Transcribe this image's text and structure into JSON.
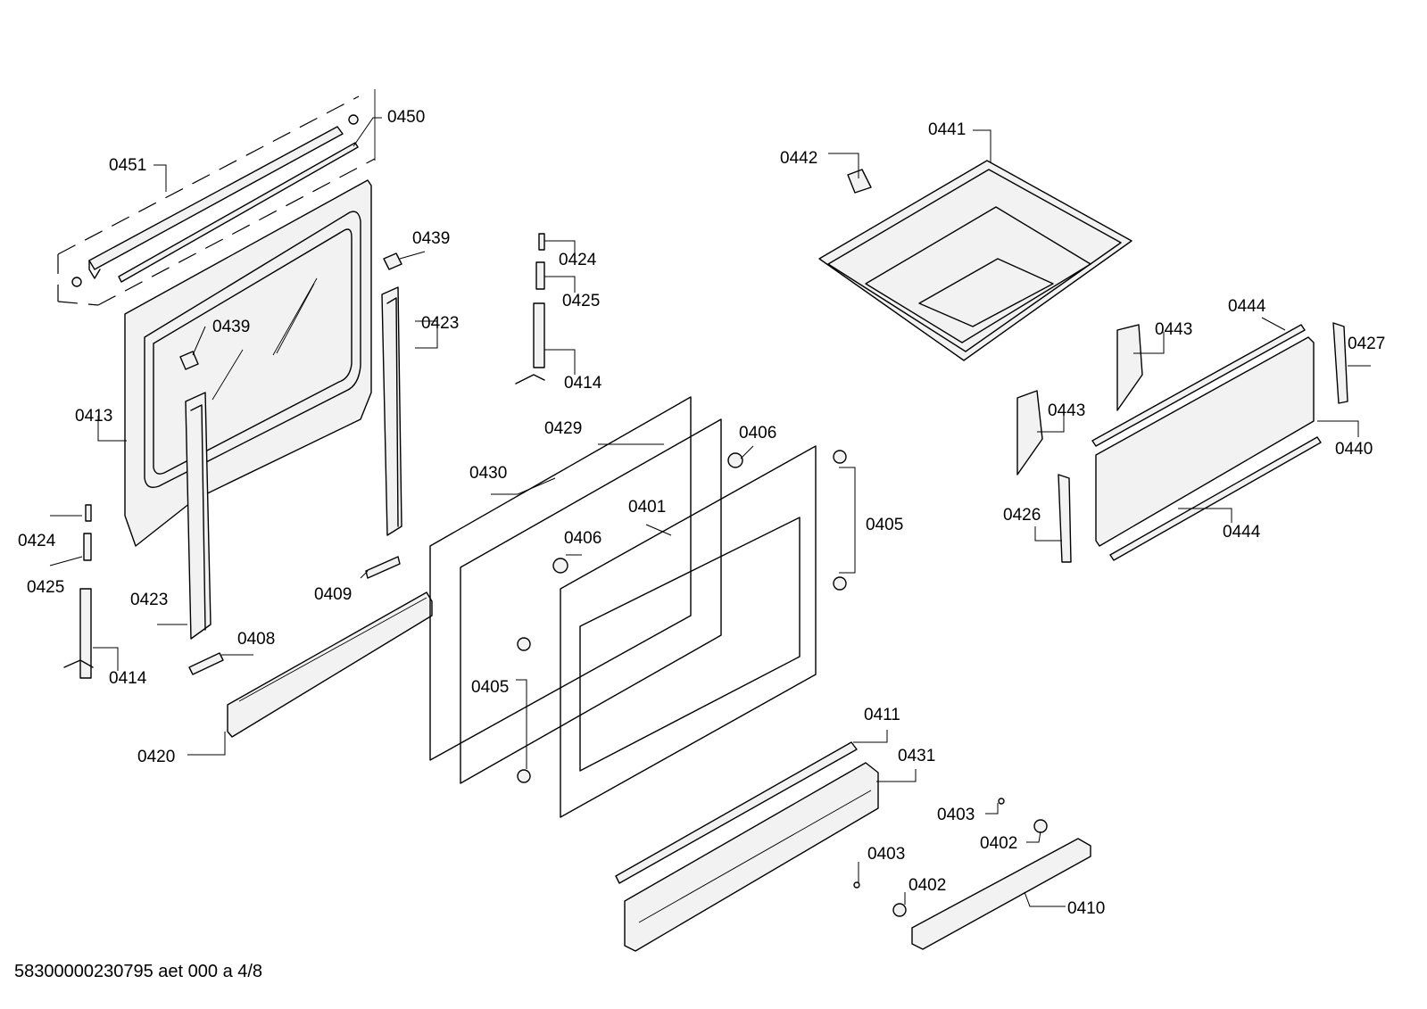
{
  "footer": {
    "document_id": "58300000230795 aet 000 a 4/8"
  },
  "callouts": {
    "c0450": "0450",
    "c0451": "0451",
    "c0439a": "0439",
    "c0439b": "0439",
    "c0423a": "0423",
    "c0423b": "0423",
    "c0413": "0413",
    "c0424a": "0424",
    "c0425a": "0425",
    "c0414a": "0414",
    "c0424b": "0424",
    "c0425b": "0425",
    "c0414b": "0414",
    "c0408": "0408",
    "c0409": "0409",
    "c0420": "0420",
    "c0429": "0429",
    "c0430": "0430",
    "c0401": "0401",
    "c0406a": "0406",
    "c0406b": "0406",
    "c0405a": "0405",
    "c0405b": "0405",
    "c0441": "0441",
    "c0442": "0442",
    "c0444a": "0444",
    "c0444b": "0444",
    "c0443a": "0443",
    "c0443b": "0443",
    "c0427": "0427",
    "c0440": "0440",
    "c0426": "0426",
    "c0411": "0411",
    "c0431": "0431",
    "c0403a": "0403",
    "c0403b": "0403",
    "c0402a": "0402",
    "c0402b": "0402",
    "c0410": "0410"
  }
}
